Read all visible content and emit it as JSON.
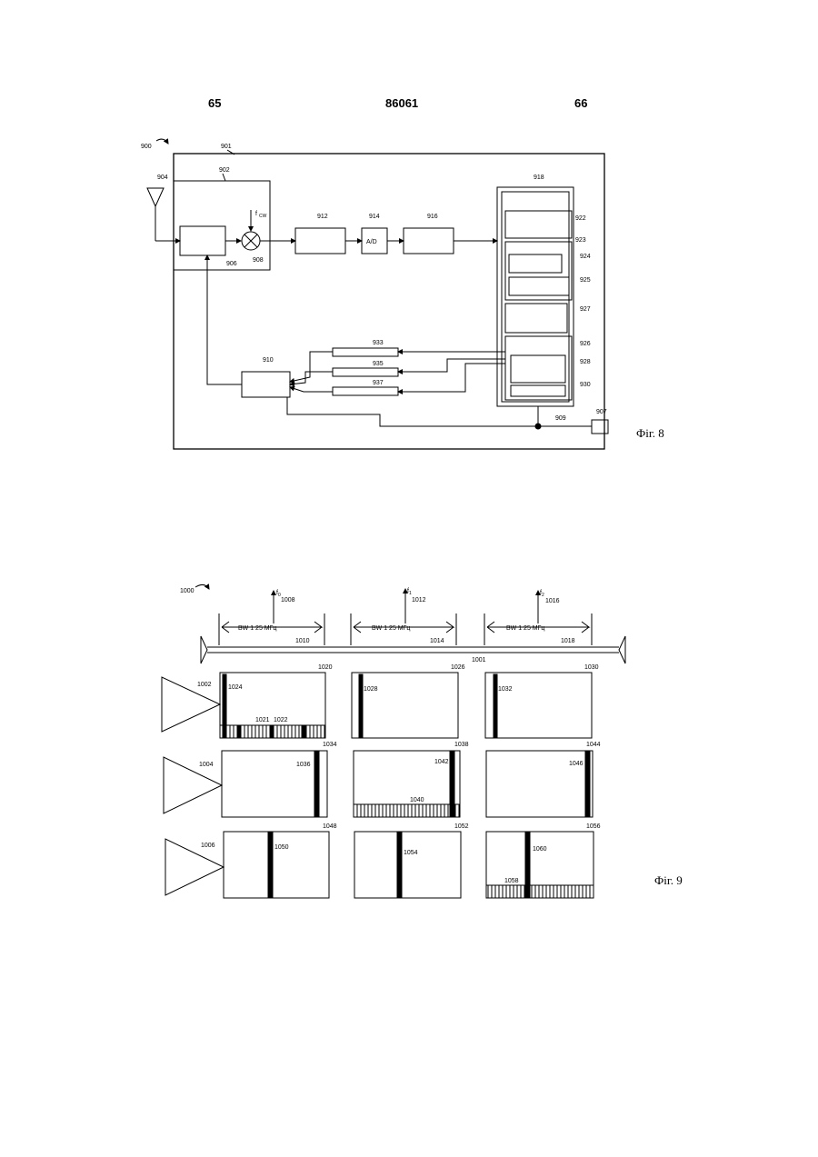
{
  "header": {
    "left_page": "65",
    "center_number": "86061",
    "right_page": "66"
  },
  "fig8": {
    "caption": "Фіг. 8",
    "labels": {
      "l900": "900",
      "l901": "901",
      "l902": "902",
      "l904": "904",
      "l906": "906",
      "l908": "908",
      "lfc": "f",
      "lfc_sub": "CW",
      "l912": "912",
      "l914": "914",
      "l916": "916",
      "l918": "918",
      "ad": "A/D",
      "l922": "922",
      "l923": "923",
      "l924": "924",
      "l925": "925",
      "l927": "927",
      "l926": "926",
      "l928": "928",
      "l930": "930",
      "l910": "910",
      "l933": "933",
      "l935": "935",
      "l937": "937",
      "l909": "909",
      "l907": "907"
    }
  },
  "fig9": {
    "caption": "Фіг. 9",
    "labels": {
      "l1000": "1000",
      "f0": "f",
      "f0_sub": "0",
      "f1": "f",
      "f1_sub": "1",
      "f2": "f",
      "f2_sub": "2",
      "l1008": "1008",
      "l1012": "1012",
      "l1016": "1016",
      "bw1": "BW  1 25 МГц",
      "bw2": "BW  1 25 МГц",
      "bw3": "BW  1 25 МГц",
      "l1010": "1010",
      "l1014": "1014",
      "l1018": "1018",
      "l1001": "1001",
      "l1002": "1002",
      "l1004": "1004",
      "l1006": "1006",
      "l1020": "1020",
      "l1026": "1026",
      "l1030": "1030",
      "l1024": "1024",
      "l1028": "1028",
      "l1032": "1032",
      "l1021": "1021",
      "l1022": "1022",
      "l1034": "1034",
      "l1038": "1038",
      "l1044": "1044",
      "l1036": "1036",
      "l1042": "1042",
      "l1046": "1046",
      "l1040": "1040",
      "l1048": "1048",
      "l1052": "1052",
      "l1056": "1056",
      "l1050": "1050",
      "l1054": "1054",
      "l1060": "1060",
      "l1058": "1058"
    }
  }
}
